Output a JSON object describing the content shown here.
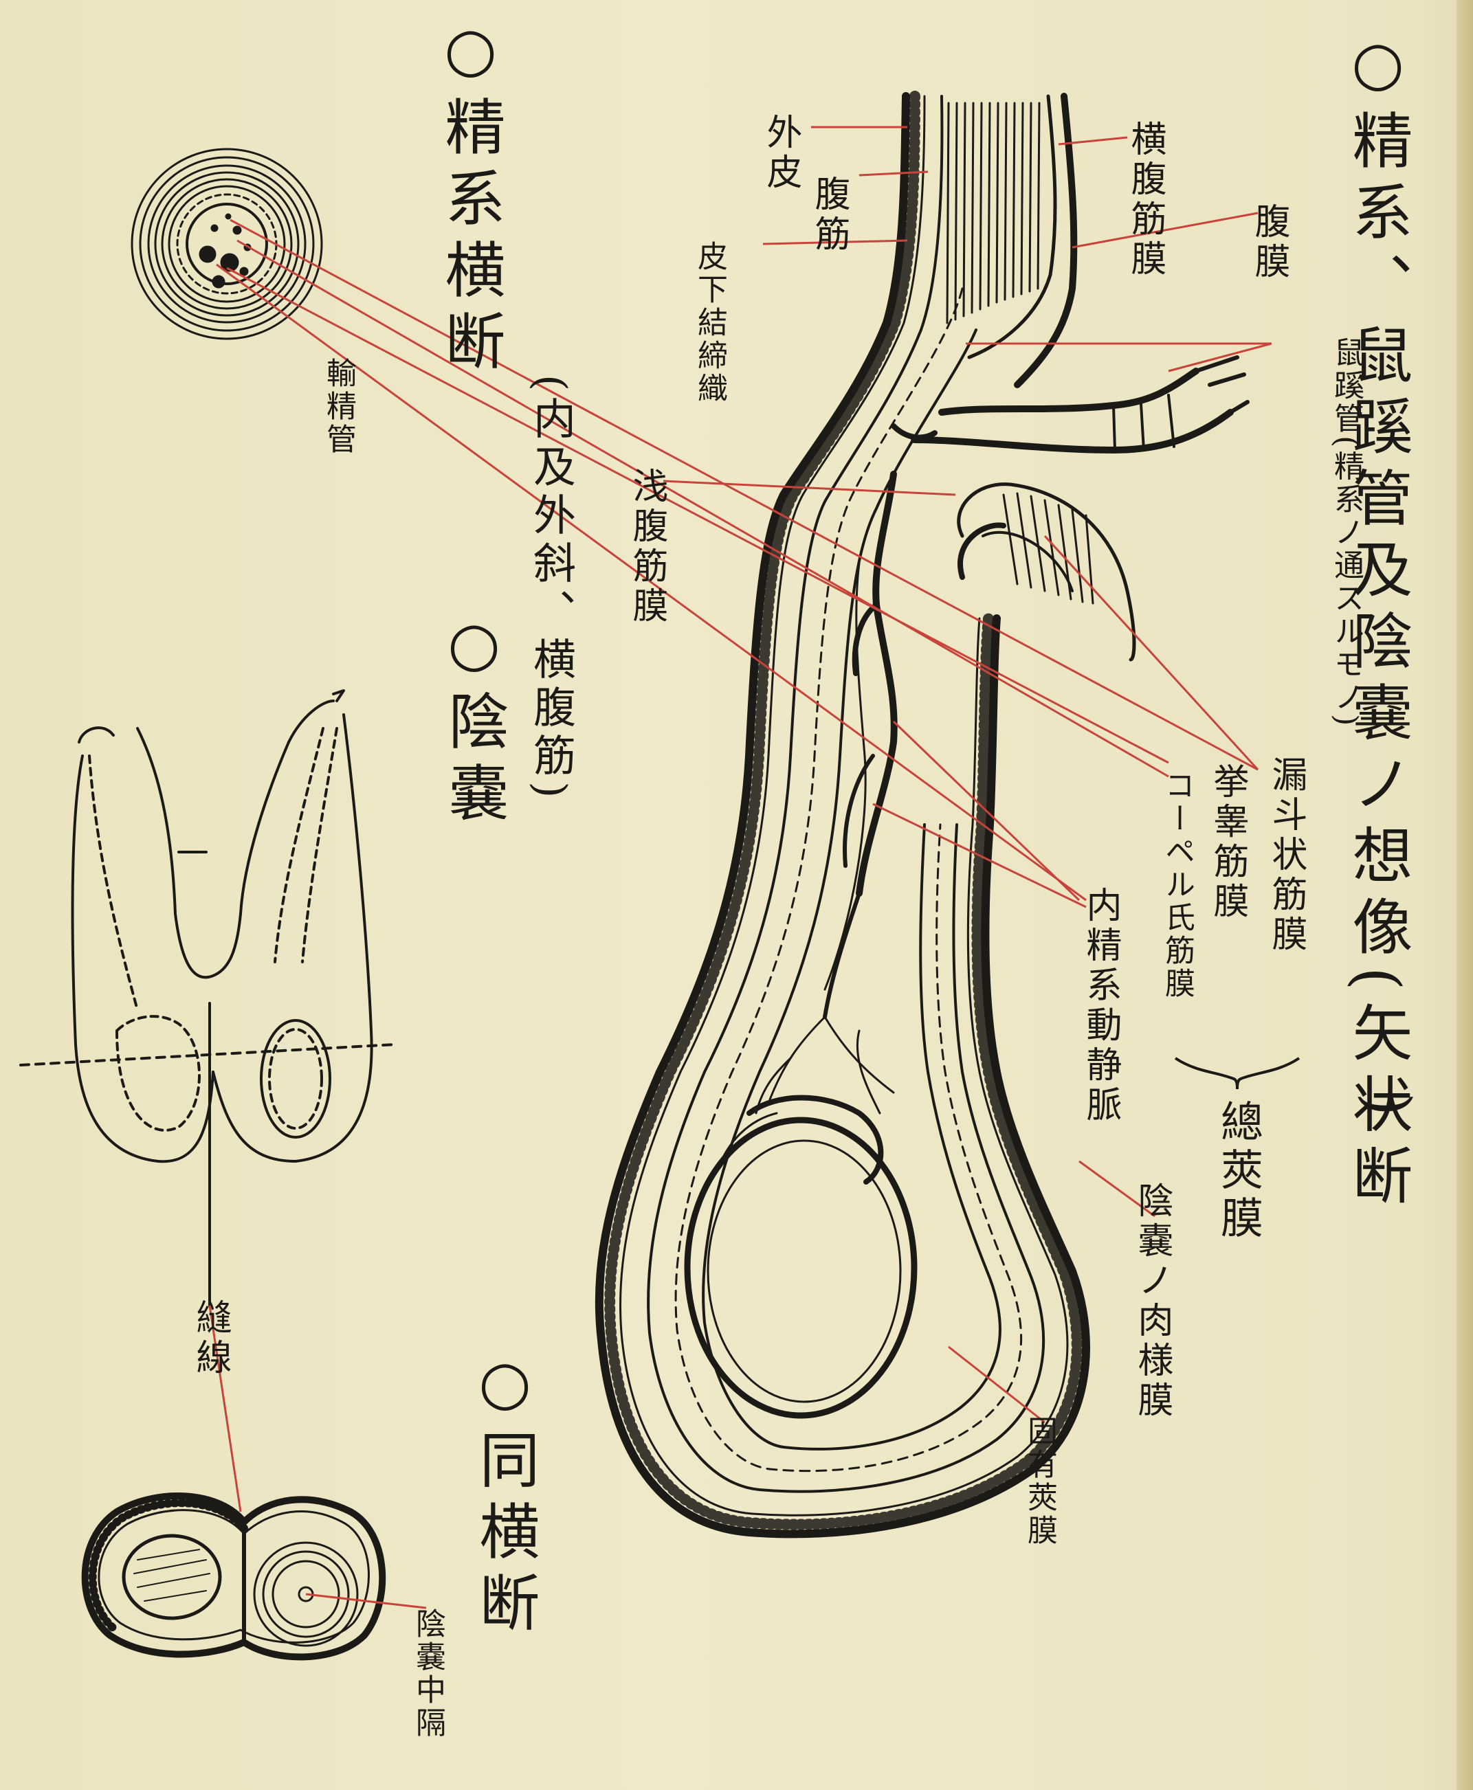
{
  "title_main": "○精系、鼠蹊管及陰嚢ノ想像(矢状断",
  "title_main_close": ")",
  "sec_cross": "○精系横断",
  "sec_cross_note": "(内及外斜、横腹筋)",
  "sec_scrotum": "○陰嚢",
  "sec_same": "○同横断",
  "labels": {
    "gaihi": "外皮",
    "fukukin": "腹筋",
    "hika_ketsutei": "皮下結締織",
    "seneki_fukkinmaku": "浅腹筋膜",
    "osen": "輸精管",
    "tei_fukkinmaku": "横腹筋膜",
    "fukumaku": "腹膜",
    "sokei_kan": "鼠蹊管(精系ノ通スルモノ)",
    "rotojo": "漏斗状筋膜",
    "kyoujo": "挙睾筋膜",
    "kooper": "コーペル氏筋膜",
    "naisei": "内精系動静脈",
    "souhi": "總莢膜",
    "inno_nikuyou": "陰嚢ノ肉様膜",
    "koyuu_shouma": "固有莢膜",
    "hosen": "縫線",
    "inno_chukaku": "陰嚢中隔"
  },
  "colors": {
    "ink": "#1c1a16",
    "leader": "#c8433a",
    "paper": "#ece6c4"
  }
}
